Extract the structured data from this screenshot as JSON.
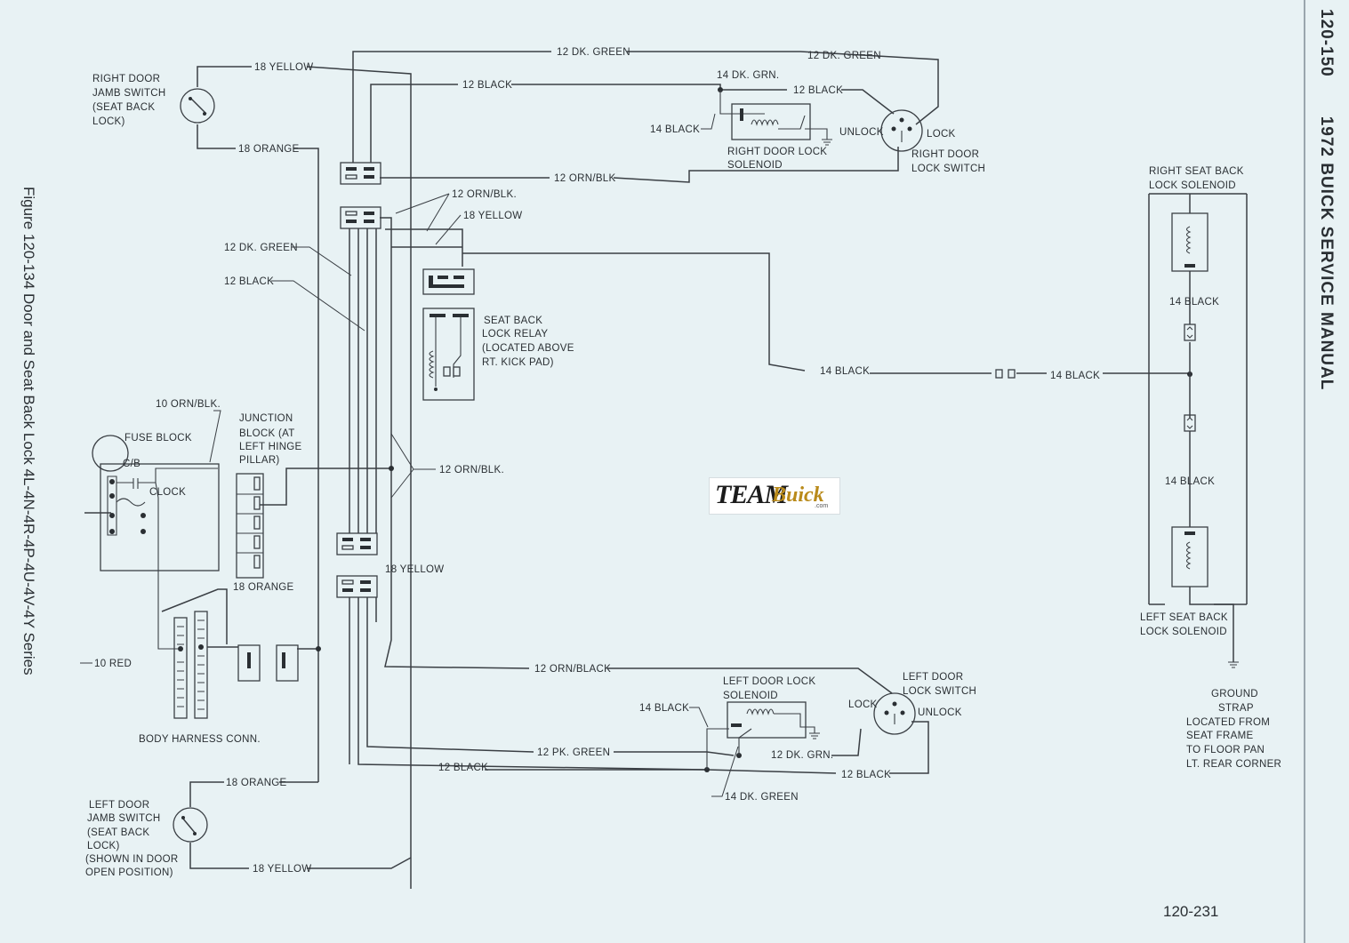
{
  "page": {
    "manual_title": "1972 BUICK SERVICE MANUAL",
    "section_number": "120-150",
    "figure_caption": "Figure 120-134 Door and Seat Back Lock 4L-4N-4R-4P-4U-4V-4Y Series",
    "page_number": "120-231",
    "watermark": {
      "main": "TEAM",
      "brand": "Buick",
      "suffix": ".com"
    }
  },
  "components": {
    "right_door_jamb_switch": [
      "RIGHT DOOR",
      "JAMB SWITCH",
      "(SEAT BACK",
      "LOCK)"
    ],
    "left_door_jamb_switch": [
      "LEFT DOOR",
      "JAMB SWITCH",
      "(SEAT BACK",
      "LOCK)",
      "(SHOWN IN DOOR",
      "OPEN POSITION)"
    ],
    "right_door_lock_solenoid": [
      "RIGHT DOOR LOCK",
      "SOLENOID"
    ],
    "right_door_lock_switch": [
      "RIGHT DOOR",
      "LOCK SWITCH"
    ],
    "left_door_lock_solenoid": [
      "LEFT DOOR LOCK",
      "SOLENOID"
    ],
    "left_door_lock_switch": [
      "LEFT DOOR",
      "LOCK SWITCH"
    ],
    "seat_back_lock_relay": [
      "SEAT BACK",
      "LOCK RELAY",
      "(LOCATED ABOVE",
      "RT. KICK PAD)"
    ],
    "fuse_block": "FUSE BLOCK",
    "circuit_breaker": "C/B",
    "clock": "CLOCK",
    "junction_block": [
      "JUNCTION",
      "BLOCK (AT",
      "LEFT HINGE",
      "PILLAR)"
    ],
    "body_harness_conn": "BODY HARNESS CONN.",
    "right_seat_back_lock_solenoid": [
      "RIGHT SEAT BACK",
      "LOCK SOLENOID"
    ],
    "left_seat_back_lock_solenoid": [
      "LEFT SEAT BACK",
      "LOCK SOLENOID"
    ],
    "ground_strap": [
      "GROUND",
      "STRAP",
      "LOCATED FROM",
      "SEAT FRAME",
      "TO FLOOR PAN",
      "LT. REAR CORNER"
    ],
    "unlock": "UNLOCK",
    "lock": "LOCK"
  },
  "wires": {
    "yellow_18": "18 YELLOW",
    "orange_18": "18 ORANGE",
    "dk_green_12": "12 DK. GREEN",
    "dk_green_12_alt": "12 PK. GREEN",
    "black_12": "12 BLACK",
    "dk_grn_14": "14 DK. GRN.",
    "dk_grn_12": "12 DK. GRN.",
    "dk_green_14": "14 DK. GREEN",
    "black_14": "14 BLACK",
    "orn_blk_12": "12 ORN/BLK.",
    "orn_blk_12_plain": "12 ORN/BLK",
    "orn_black_12": "12 ORN/BLACK",
    "orn_blk_10": "10 ORN/BLK.",
    "red_10": "10 RED"
  }
}
